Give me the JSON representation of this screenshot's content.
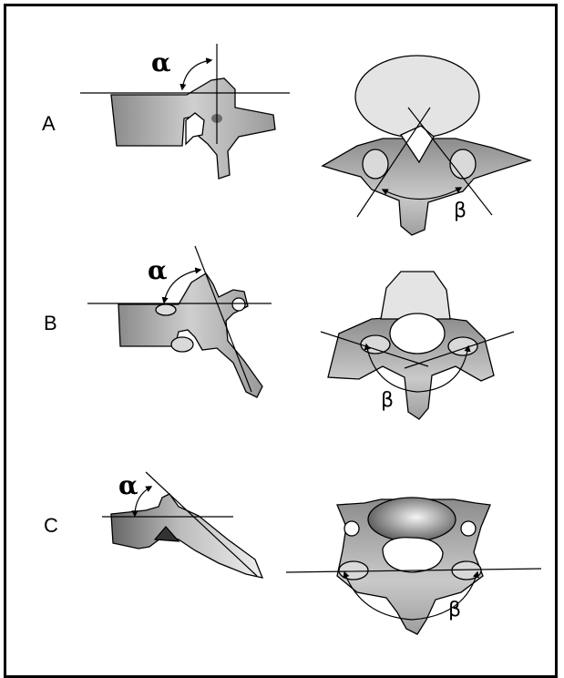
{
  "rows": [
    {
      "label": "A",
      "alpha": "α",
      "beta": "β"
    },
    {
      "label": "B",
      "alpha": "α",
      "beta": "β"
    },
    {
      "label": "C",
      "alpha": "α",
      "beta": "β"
    }
  ],
  "colors": {
    "bone_dark": "#7a7a7a",
    "bone_mid": "#a8a8a8",
    "bone_light": "#e6e6e6",
    "body_fill": "#e4e4e4",
    "outline": "#000000"
  }
}
